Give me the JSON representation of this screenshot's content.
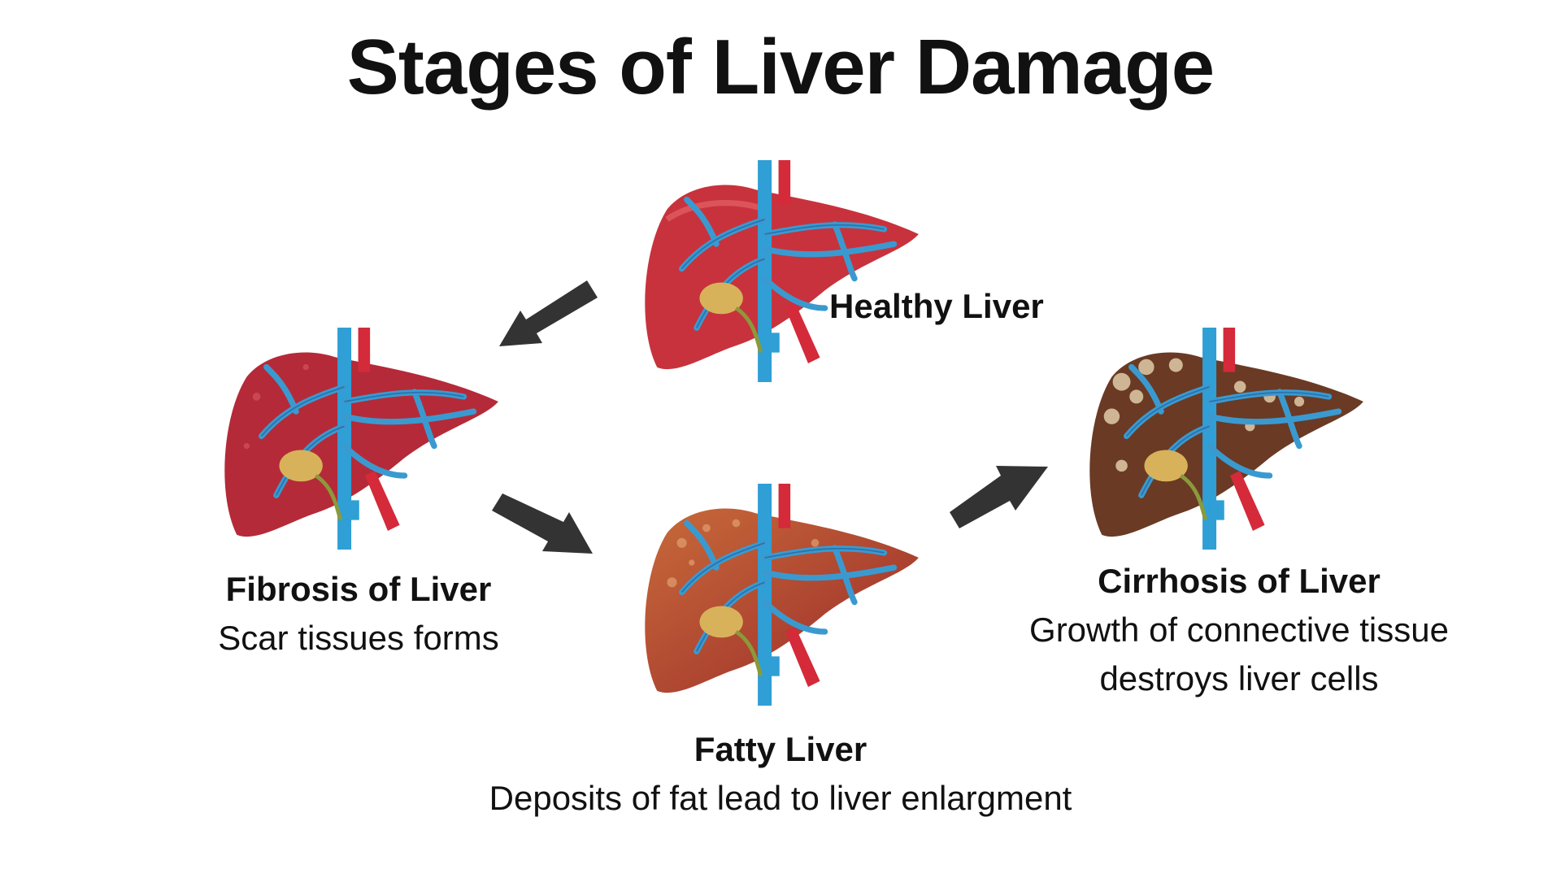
{
  "title": "Stages of Liver Damage",
  "stages": {
    "healthy": {
      "title": "Healthy Liver",
      "color": "#c8323c"
    },
    "fibrosis": {
      "title": "Fibrosis of Liver",
      "description": "Scar tissues forms",
      "color": "#b52a38"
    },
    "fatty": {
      "title": "Fatty Liver",
      "description": "Deposits of fat lead to liver enlargment",
      "color": "#a84a2c"
    },
    "cirrhosis": {
      "title": "Cirrhosis of Liver",
      "description_line1": "Growth of connective tissue",
      "description_line2": "destroys liver cells",
      "color": "#6a3a24"
    }
  },
  "arrow_color": "#333333"
}
